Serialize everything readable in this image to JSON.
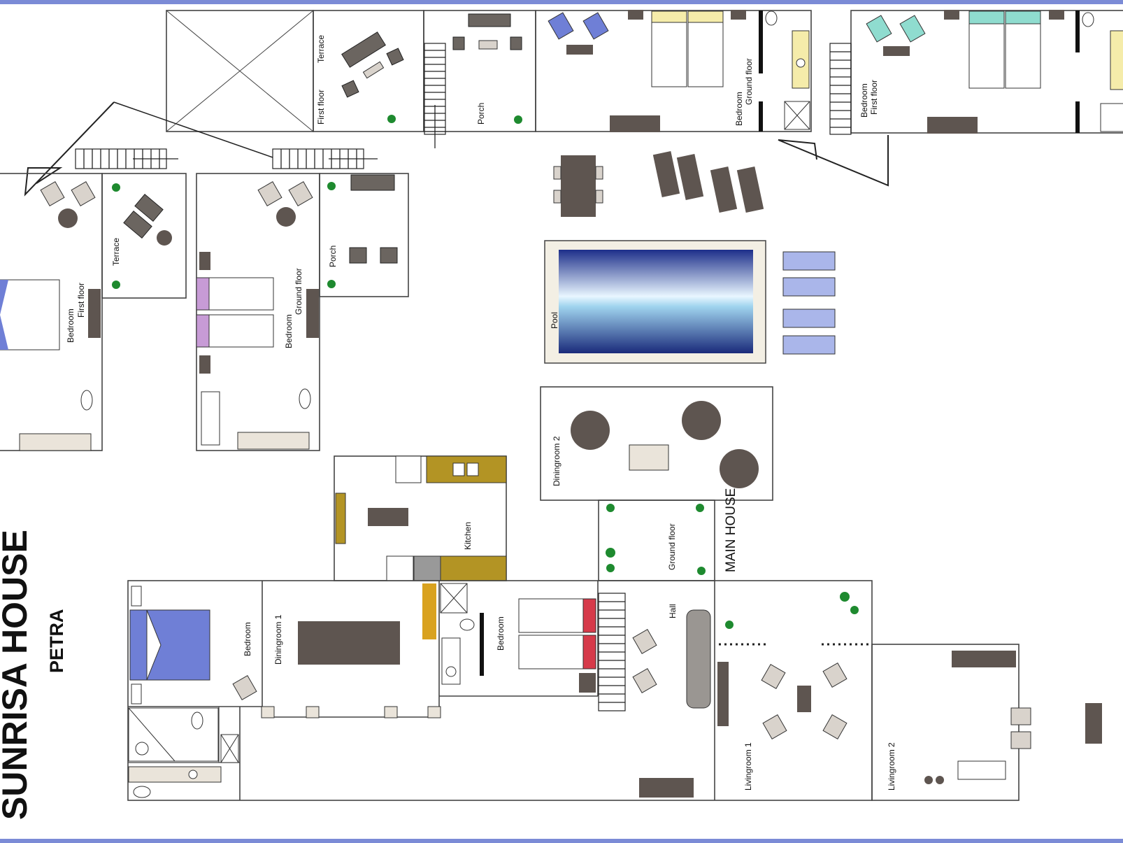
{
  "title": "SUNRISA HOUSE",
  "subtitle": "PETRA",
  "main_house": "MAIN HOUSE",
  "rooms": {
    "terrace_first_floor_top": {
      "name": "Terrace",
      "floor": "First floor"
    },
    "porch_top": {
      "name": "Porch"
    },
    "bedroom_ground_top": {
      "name": "Bedroom",
      "floor": "Ground floor"
    },
    "bedroom_first_top_right": {
      "name": "Bedroom",
      "floor": "First floor"
    },
    "bedroom_first_left": {
      "name": "Bedroom",
      "floor": "First floor"
    },
    "terrace_left": {
      "name": "Terrace"
    },
    "bedroom_ground_left": {
      "name": "Bedroom",
      "floor": "Ground floor"
    },
    "porch_left": {
      "name": "Porch"
    },
    "pool": {
      "name": "Pool"
    },
    "diningroom2": {
      "name": "Diningroom 2"
    },
    "kitchen": {
      "name": "Kitchen"
    },
    "ground_floor_main": {
      "name": "Ground floor"
    },
    "bedroom_main_left": {
      "name": "Bedroom"
    },
    "diningroom1": {
      "name": "Diningroom 1"
    },
    "bedroom_main_mid": {
      "name": "Bedroom"
    },
    "hall": {
      "name": "Hall"
    },
    "livingroom1": {
      "name": "Livingroom 1"
    },
    "livingroom2": {
      "name": "Livingroom 2"
    }
  },
  "colors": {
    "frame": "#7b8bd6",
    "wall": "#444444",
    "furniture": "#5e5550",
    "pool_edge": "#f3efe4",
    "bed_blue": "#6f7fd6",
    "bed_purple": "#c79bd6",
    "bed_red": "#d63a4a",
    "bed_yellow": "#f5ecaa",
    "bed_teal": "#8fdccf",
    "lounger_blue": "#aab6ea",
    "kitchen_gold": "#b39424",
    "plant_green": "#1e8a2f"
  }
}
